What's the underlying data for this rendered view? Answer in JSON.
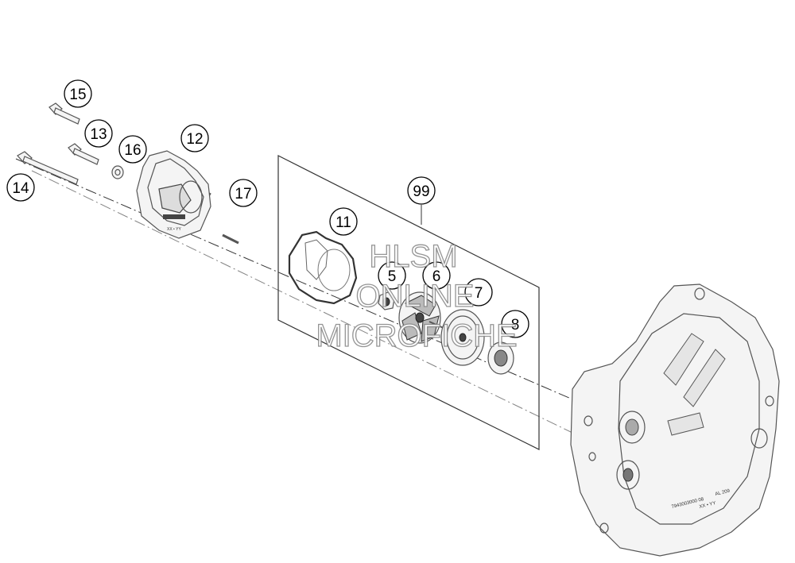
{
  "callouts": [
    {
      "id": "15",
      "label": "15"
    },
    {
      "id": "13",
      "label": "13"
    },
    {
      "id": "16",
      "label": "16"
    },
    {
      "id": "12",
      "label": "12"
    },
    {
      "id": "14",
      "label": "14"
    },
    {
      "id": "17",
      "label": "17"
    },
    {
      "id": "99",
      "label": "99"
    },
    {
      "id": "11",
      "label": "11"
    },
    {
      "id": "5",
      "label": "5"
    },
    {
      "id": "6",
      "label": "6"
    },
    {
      "id": "7",
      "label": "7"
    },
    {
      "id": "8",
      "label": "8"
    }
  ],
  "watermark": {
    "line1": "HLSM",
    "line2": "ONLINE",
    "line3": "MICROFICHE"
  },
  "part_markings": {
    "pump_cover_number": "XX • YY",
    "case_code": "7943003000 08",
    "case_marking": "AL 209",
    "case_yy": "XX • YY"
  }
}
